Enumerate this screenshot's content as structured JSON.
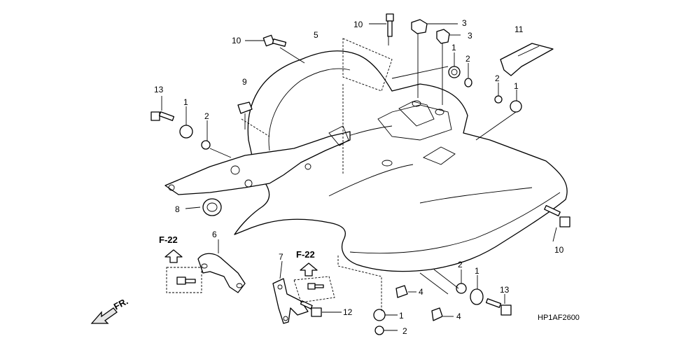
{
  "callouts": {
    "c10_top": "10",
    "c3_a": "3",
    "c3_b": "3",
    "c10_left": "10",
    "c5": "5",
    "c11": "11",
    "c1_a": "1",
    "c2_a": "2",
    "c2_b": "2",
    "c1_b": "1",
    "c9": "9",
    "c13_left": "13",
    "c1_left": "1",
    "c2_left": "2",
    "c8": "8",
    "c6": "6",
    "c7": "7",
    "c10_right": "10",
    "c2_lower": "2",
    "c1_lower": "1",
    "c13_right": "13",
    "c4_a": "4",
    "c4_b": "4",
    "c1_bottom": "1",
    "c2_bottom": "2",
    "c12": "12"
  },
  "refs": {
    "f22_left": "F-22",
    "f22_mid": "F-22"
  },
  "direction_label": "FR.",
  "drawing_code": "HP1AF2600"
}
